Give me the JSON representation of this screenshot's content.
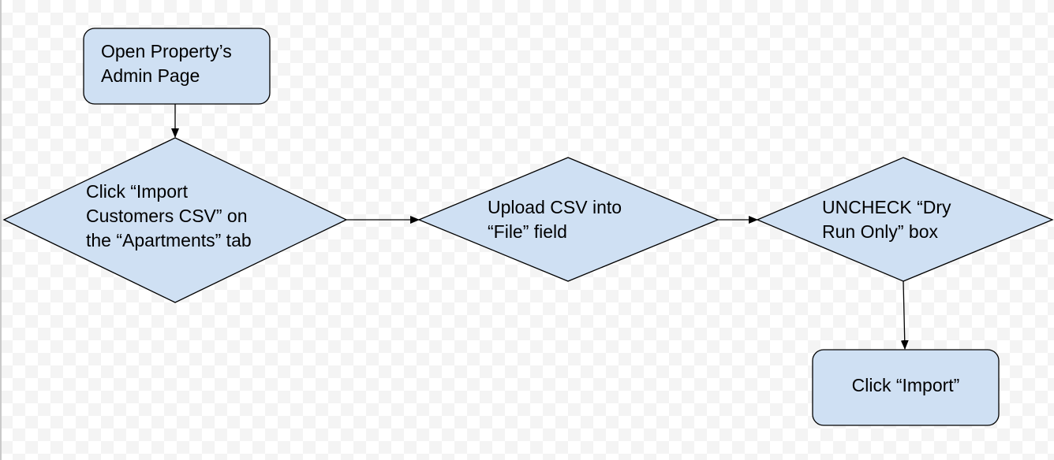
{
  "colors": {
    "node_fill": "#cfe0f3",
    "node_stroke": "#000000",
    "connector": "#000000"
  },
  "nodes": {
    "open_admin": {
      "shape": "rounded-rectangle",
      "lines": [
        "Open Property’s",
        "Admin Page"
      ]
    },
    "import_customers": {
      "shape": "diamond",
      "lines": [
        "Click “Import",
        "Customers CSV” on",
        "the “Apartments” tab"
      ]
    },
    "upload_csv": {
      "shape": "diamond",
      "lines": [
        "Upload CSV into",
        "“File” field"
      ]
    },
    "uncheck_dry_run": {
      "shape": "diamond",
      "lines": [
        "UNCHECK “Dry",
        "Run Only” box"
      ]
    },
    "click_import": {
      "shape": "rounded-rectangle",
      "lines": [
        "Click “Import”"
      ]
    }
  },
  "edges": [
    {
      "from": "open_admin",
      "to": "import_customers"
    },
    {
      "from": "import_customers",
      "to": "upload_csv"
    },
    {
      "from": "upload_csv",
      "to": "uncheck_dry_run"
    },
    {
      "from": "uncheck_dry_run",
      "to": "click_import"
    }
  ]
}
